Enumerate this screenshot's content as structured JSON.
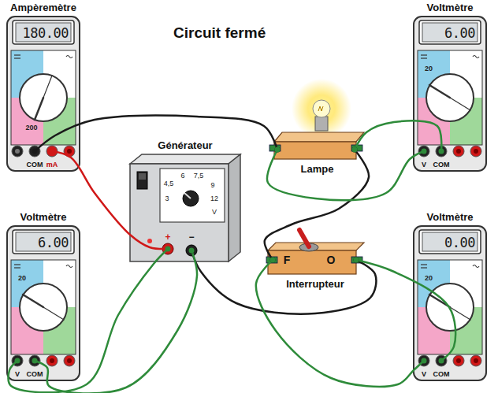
{
  "diagram": {
    "title": "Circuit fermé",
    "nodes": [
      {
        "text": [
          "Ampèremètre",
          "180.00"
        ]
      },
      {
        "text": [
          "Voltmètre",
          "6.00"
        ]
      },
      {
        "text": [
          "Générateur"
        ]
      },
      {
        "text": [
          "Lampe"
        ]
      },
      {
        "text": [
          "Voltmètre",
          "6.00"
        ]
      },
      {
        "text": [
          "Interrupteur"
        ]
      },
      {
        "text": [
          "Voltmètre",
          "0.00"
        ]
      }
    ],
    "edges": [
      {
        "from": 2,
        "to": 0,
        "arrow": "none"
      },
      {
        "from": 0,
        "to": 3,
        "arrow": "none"
      },
      {
        "from": 3,
        "to": 5,
        "arrow": "none"
      },
      {
        "from": 2,
        "to": 5,
        "arrow": "none"
      },
      {
        "from": 1,
        "to": 3,
        "arrow": "none"
      },
      {
        "from": 1,
        "to": 3,
        "arrow": "none"
      },
      {
        "from": 4,
        "to": 2,
        "arrow": "none"
      },
      {
        "from": 4,
        "to": 2,
        "arrow": "none"
      },
      {
        "from": 6,
        "to": 5,
        "arrow": "none"
      },
      {
        "from": 6,
        "to": 5,
        "arrow": "none"
      }
    ],
    "labels": [
      "200",
      "COM",
      "mA",
      "20",
      "V",
      "COM",
      "3",
      "4,5",
      "6",
      "7,5",
      "9",
      "12",
      "V",
      "+",
      "−",
      "20",
      "V",
      "COM",
      "F",
      "O",
      "20",
      "V",
      "COM"
    ]
  }
}
